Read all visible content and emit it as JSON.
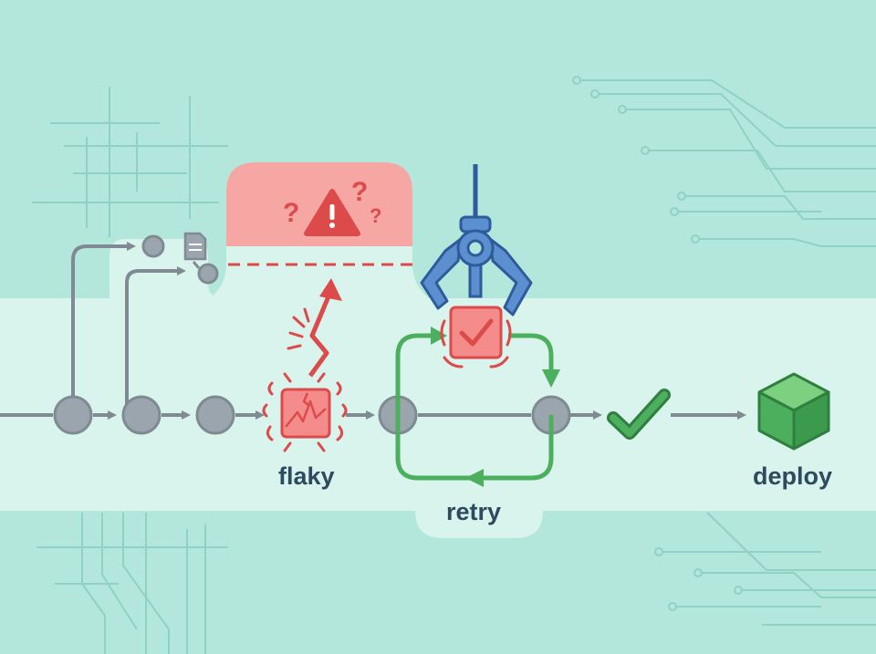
{
  "labels": {
    "flaky": "flaky",
    "retry": "retry",
    "deploy": "deploy"
  },
  "colors": {
    "background": "#b4e7dc",
    "lane": "#d9f3ed",
    "track": "#7f8a92",
    "node": "#9aa5ae",
    "danger": "#dd4a4a",
    "danger_fill": "#f58c8c",
    "alert_panel": "#f6a7a4",
    "success": "#4caf5e",
    "gripper": "#5b8fd0",
    "gripper_dark": "#2d5b9b",
    "label_text": "#2d4a5e"
  },
  "icons": [
    "document-icon",
    "warning-icon",
    "question-mark-icon",
    "broken-test-icon",
    "gripper-icon",
    "passed-test-icon",
    "check-icon",
    "package-cube-icon",
    "retry-loop-arrow"
  ]
}
